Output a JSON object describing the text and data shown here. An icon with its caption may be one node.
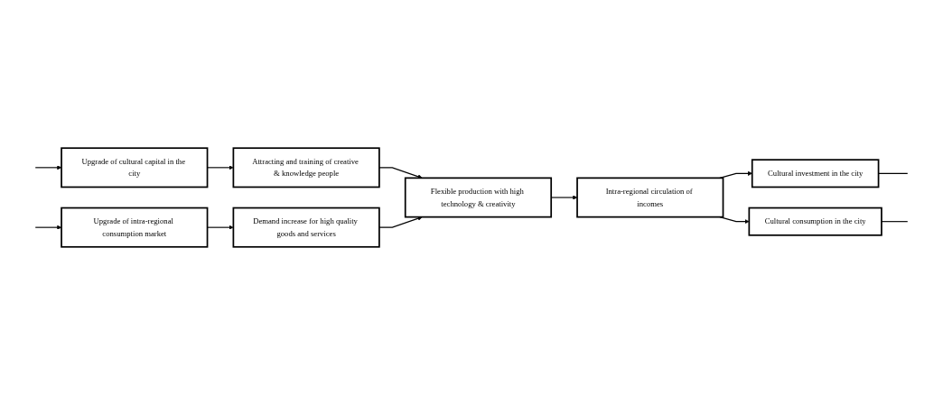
{
  "diagram": {
    "nodes": [
      {
        "text": [
          "Attracting and training of creative & knowledge people"
        ]
      },
      {
        "text": [
          "Upgrade of cultural capital in the city"
        ]
      },
      {
        "text": [
          "Flexible production with high technology & creativity"
        ]
      },
      {
        "text": [
          "Intra-regional circulation of incomes"
        ]
      },
      {
        "text": [
          "Cultural investment in the  city"
        ]
      },
      {
        "text": [
          "Cultural consumption in the city"
        ]
      },
      {
        "text": [
          "Demand increase for high quality goods and services"
        ]
      },
      {
        "text": [
          "Upgrade of intra-regional consumption market"
        ]
      }
    ],
    "edges": [
      {
        "from": null,
        "to": 1,
        "arrow": "to"
      },
      {
        "from": 1,
        "to": 0,
        "arrow": "to"
      },
      {
        "from": 0,
        "to": 2,
        "arrow": "to"
      },
      {
        "from": 2,
        "to": 3,
        "arrow": "to"
      },
      {
        "from": 3,
        "to": 4,
        "arrow": "to"
      },
      {
        "from": 3,
        "to": 5,
        "arrow": "to"
      },
      {
        "from": 4,
        "to": null,
        "arrow": "none"
      },
      {
        "from": 5,
        "to": null,
        "arrow": "none"
      },
      {
        "from": null,
        "to": 7,
        "arrow": "to"
      },
      {
        "from": 7,
        "to": 6,
        "arrow": "to"
      },
      {
        "from": 6,
        "to": 2,
        "arrow": "to"
      }
    ]
  }
}
